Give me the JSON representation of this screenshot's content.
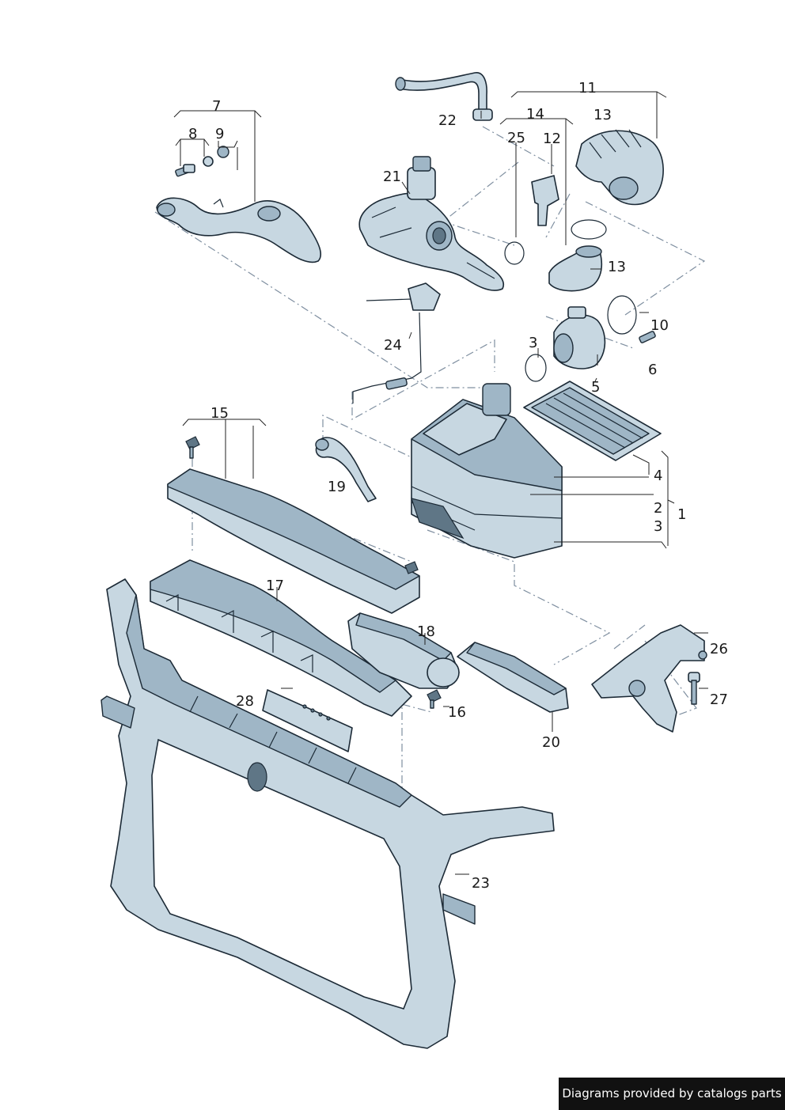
{
  "footer": {
    "credit": "Diagrams provided by catalogs parts"
  },
  "labels": {
    "l1": "1",
    "l2": "2",
    "l3a": "3",
    "l3b": "3",
    "l4": "4",
    "l5": "5",
    "l6": "6",
    "l7": "7",
    "l8": "8",
    "l9": "9",
    "l10": "10",
    "l11": "11",
    "l12": "12",
    "l13a": "13",
    "l13b": "13",
    "l14": "14",
    "l15": "15",
    "l16": "16",
    "l17": "17",
    "l18": "18",
    "l19": "19",
    "l20": "20",
    "l21": "21",
    "l22": "22",
    "l23": "23",
    "l24": "24",
    "l25": "25",
    "l26": "26",
    "l27": "27",
    "l28": "28"
  },
  "colors": {
    "part_fill": "#c7d7e1",
    "part_shade": "#9fb6c6",
    "outline": "#1c2a36",
    "dash": "#7f8fa0"
  }
}
